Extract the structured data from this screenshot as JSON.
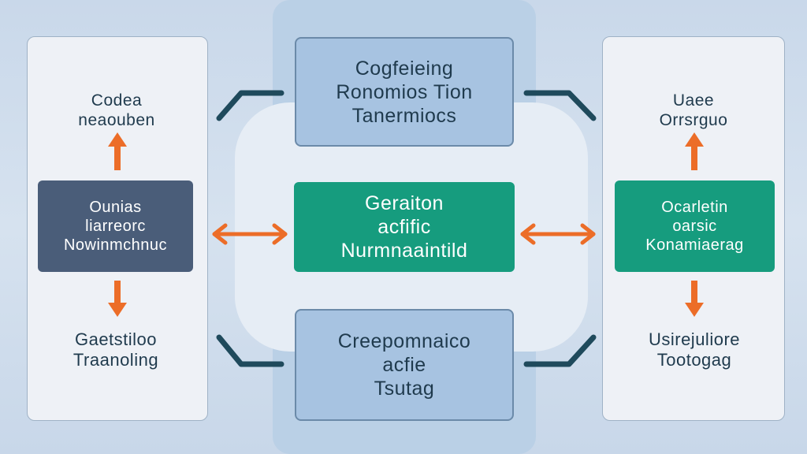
{
  "colors": {
    "background": "#d6e2ef",
    "blue_box": "#a7c3e1",
    "green_box": "#169c7e",
    "dark_box": "#4a5d79",
    "arrow_orange": "#ec6d28",
    "connector_dark": "#1f4a5c"
  },
  "center_top": {
    "lines": [
      "Cogfeieing",
      "Ronomios Tion",
      "Tanermiocs"
    ]
  },
  "center_middle": {
    "lines": [
      "Geraiton",
      "acfific",
      "Nurmnaaintild"
    ]
  },
  "center_bottom": {
    "lines": [
      "Creepomnaico",
      "acfie",
      "Tsutag"
    ]
  },
  "left": {
    "top_label": [
      "Codea",
      "neaouben"
    ],
    "dark_box": [
      "Ounias",
      "liarreorc",
      "Nowinmchnuc"
    ],
    "bottom_label": [
      "Gaetstiloo",
      "Traanoling"
    ]
  },
  "right": {
    "top_label": [
      "Uaee",
      "Orrsrguo"
    ],
    "green_box": [
      "Ocarletin",
      "oarsic",
      "Konamiaerag"
    ],
    "bottom_label": [
      "Usirejuliore",
      "Tootogag"
    ]
  }
}
